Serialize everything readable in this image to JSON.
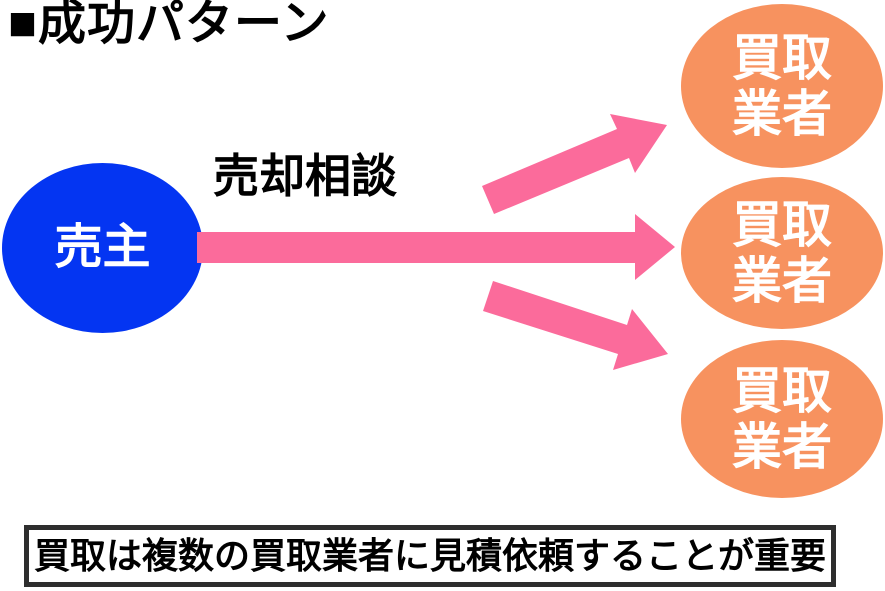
{
  "title": "■成功パターン",
  "seller": {
    "label": "売主"
  },
  "consultation_label": "売却相談",
  "buyers": [
    {
      "label": "買取\n業者"
    },
    {
      "label": "買取\n業者"
    },
    {
      "label": "買取\n業者"
    }
  ],
  "note": "買取は複数の買取業者に見積依頼することが重要",
  "colors": {
    "seller_fill": "#0435f2",
    "buyer_fill": "#f7925f",
    "arrow": "#fb6b9b",
    "shape_text": "#ffffff",
    "title_text": "#000000",
    "note_border": "#2e2e2e",
    "background": "#ffffff"
  }
}
